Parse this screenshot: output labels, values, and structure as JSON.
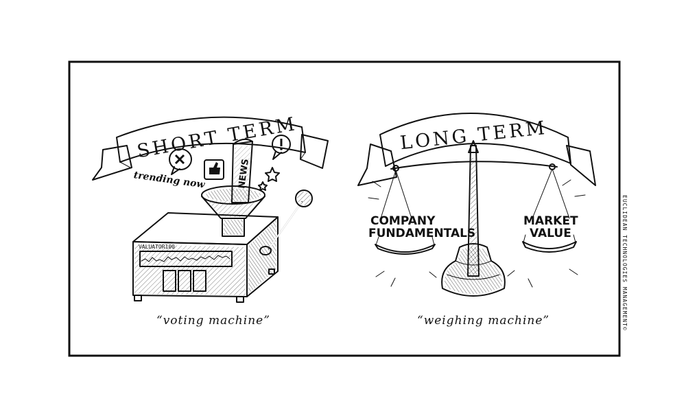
{
  "panels": {
    "left": {
      "banner": "SHORT TERM",
      "machine_label": "VALUATOR100",
      "news_label": "NEWS",
      "trending_label": "trending now",
      "caption": "“voting machine”",
      "icons": [
        "dislike-bubble-icon",
        "thumbs-up-icon",
        "exclamation-bubble-icon",
        "star-icon"
      ]
    },
    "right": {
      "banner": "LONG TERM",
      "left_pan_line1": "COMPANY",
      "left_pan_line2": "FUNDAMENTALS",
      "right_pan_line1": "MARKET",
      "right_pan_line2": "VALUE",
      "caption": "“weighing machine”"
    }
  },
  "credit": "EUCLIDEAN TECHNOLOGIES MANAGEMENT©"
}
